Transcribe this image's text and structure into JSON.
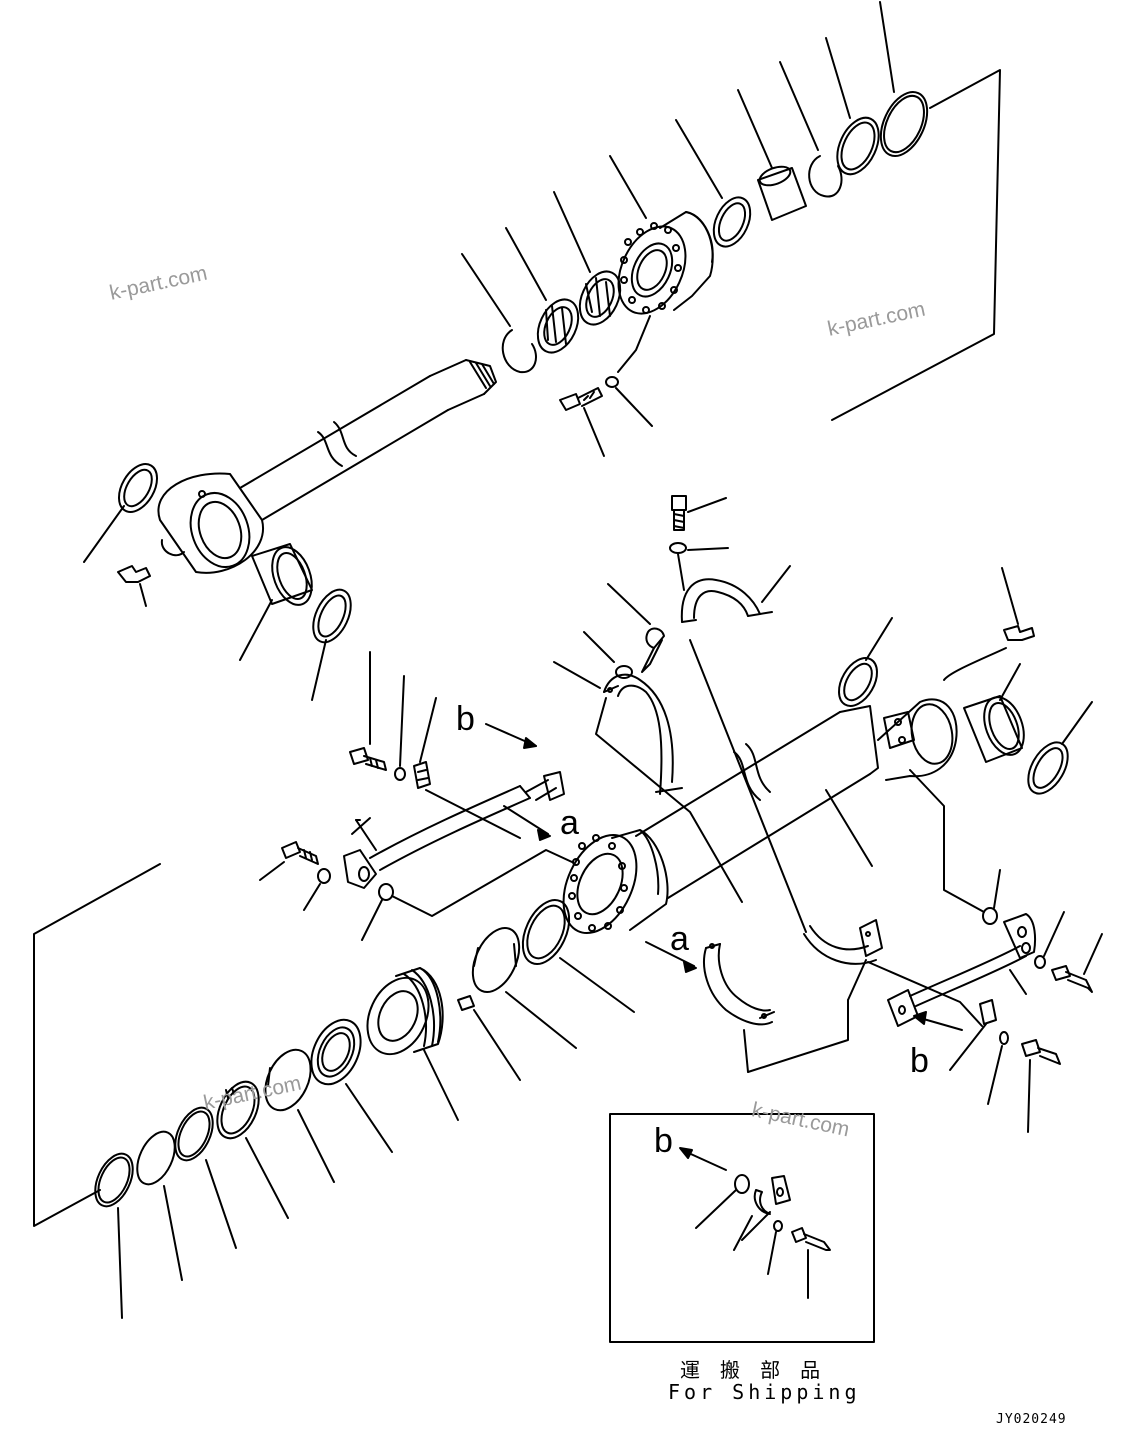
{
  "watermark": "k-part.com",
  "callouts": {
    "a": "a",
    "b": "b"
  },
  "inset": {
    "caption_jp": "運 搬 部 品",
    "caption_en": "For Shipping"
  },
  "drawing_code": "JY020249"
}
